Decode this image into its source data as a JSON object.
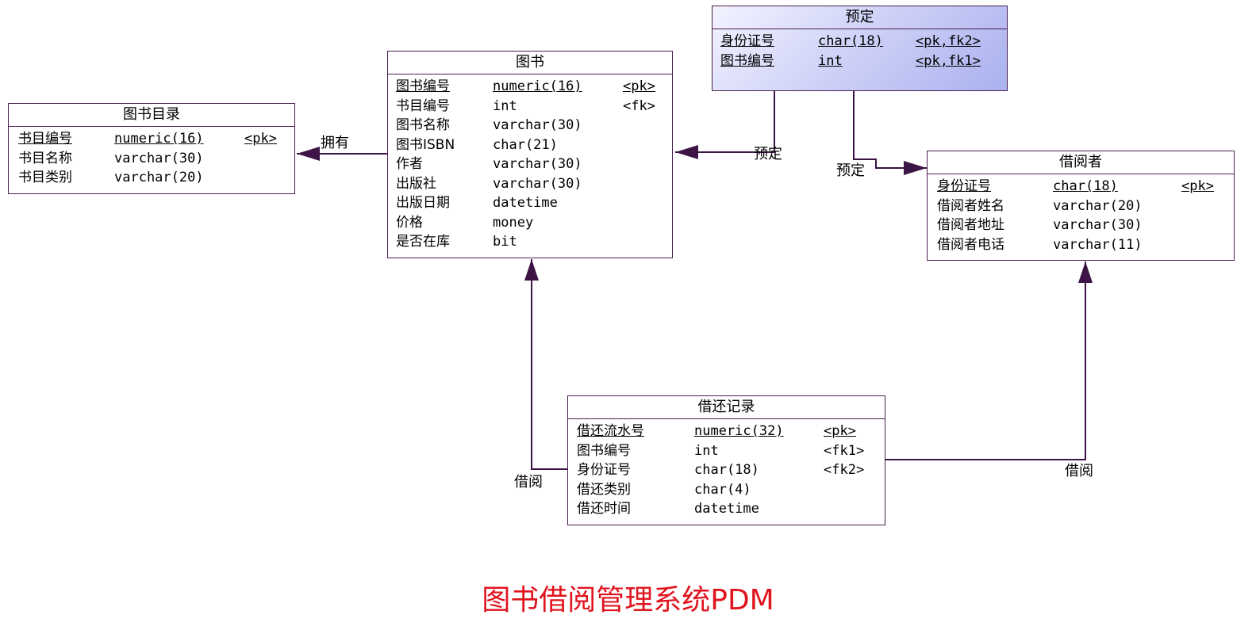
{
  "caption": "图书借阅管理系统PDM",
  "tables": {
    "catalog": {
      "title": "图书目录",
      "columns": [
        {
          "name": "书目编号",
          "type": "numeric(16)",
          "key": "<pk>"
        },
        {
          "name": "书目名称",
          "type": "varchar(30)",
          "key": ""
        },
        {
          "name": "书目类别",
          "type": "varchar(20)",
          "key": ""
        }
      ]
    },
    "book": {
      "title": "图书",
      "columns": [
        {
          "name": "图书编号",
          "type": "numeric(16)",
          "key": "<pk>"
        },
        {
          "name": "书目编号",
          "type": "int",
          "key": "<fk>"
        },
        {
          "name": "图书名称",
          "type": "varchar(30)",
          "key": ""
        },
        {
          "name": "图书ISBN",
          "type": "char(21)",
          "key": ""
        },
        {
          "name": "作者",
          "type": "varchar(30)",
          "key": ""
        },
        {
          "name": "出版社",
          "type": "varchar(30)",
          "key": ""
        },
        {
          "name": "出版日期",
          "type": "datetime",
          "key": ""
        },
        {
          "name": "价格",
          "type": "money",
          "key": ""
        },
        {
          "name": "是否在库",
          "type": "bit",
          "key": ""
        }
      ]
    },
    "reservation": {
      "title": "预定",
      "columns": [
        {
          "name": "身份证号",
          "type": "char(18)",
          "key": "<pk,fk2>"
        },
        {
          "name": "图书编号",
          "type": "int",
          "key": "<pk,fk1>"
        }
      ]
    },
    "borrower": {
      "title": "借阅者",
      "columns": [
        {
          "name": "身份证号",
          "type": "char(18)",
          "key": "<pk>"
        },
        {
          "name": "借阅者姓名",
          "type": "varchar(20)",
          "key": ""
        },
        {
          "name": "借阅者地址",
          "type": "varchar(30)",
          "key": ""
        },
        {
          "name": "借阅者电话",
          "type": "varchar(11)",
          "key": ""
        }
      ]
    },
    "loan": {
      "title": "借还记录",
      "columns": [
        {
          "name": "借还流水号",
          "type": "numeric(32)",
          "key": "<pk>"
        },
        {
          "name": "图书编号",
          "type": "int",
          "key": "<fk1>"
        },
        {
          "name": "身份证号",
          "type": "char(18)",
          "key": "<fk2>"
        },
        {
          "name": "借还类别",
          "type": "char(4)",
          "key": ""
        },
        {
          "name": "借还时间",
          "type": "datetime",
          "key": ""
        }
      ]
    }
  },
  "relationships": {
    "has": "拥有",
    "reserve_book": "预定",
    "reserve_borrower": "预定",
    "loan_book": "借阅",
    "loan_borrower": "借阅"
  },
  "colors": {
    "line": "#3d1446",
    "border": "#4a1f4f",
    "caption": "#e0141e"
  }
}
